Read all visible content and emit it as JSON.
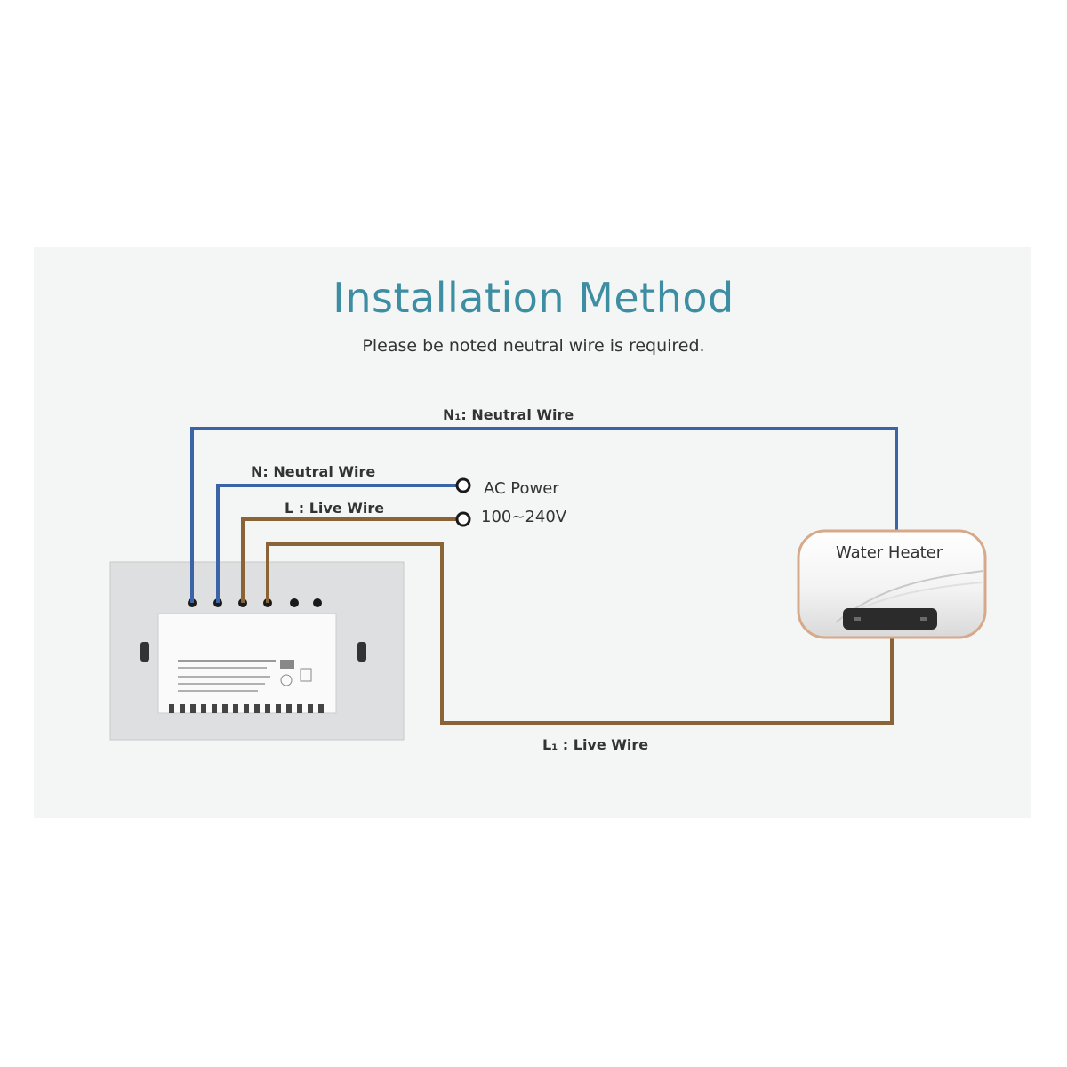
{
  "header": {
    "title": "Installation Method",
    "subtitle": "Please be noted neutral wire is required."
  },
  "wires": {
    "n1_label": "N₁: Neutral Wire",
    "n_label": "N: Neutral Wire",
    "l_label": "L : Live Wire",
    "l1_label": "L₁ : Live Wire"
  },
  "power": {
    "label": "AC Power",
    "voltage": "100~240V"
  },
  "appliance": {
    "label": "Water Heater"
  },
  "colors": {
    "neutral_wire": "#3b63a8",
    "live_wire": "#8a6436",
    "title": "#3e8ea3",
    "panel_bg": "#f4f5f5"
  }
}
